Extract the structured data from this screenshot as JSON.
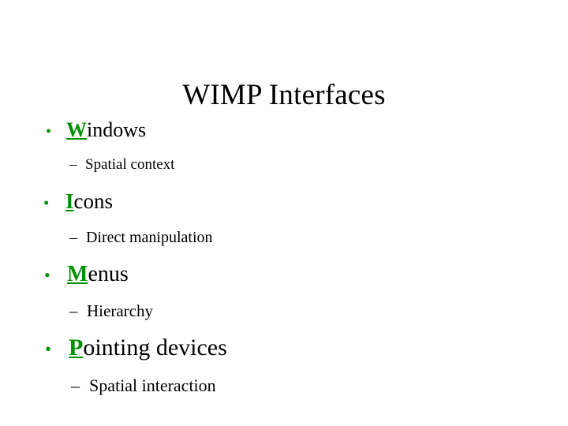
{
  "slide": {
    "title": "WIMP Interfaces",
    "background_color": "#ffffff",
    "text_color": "#000000",
    "accent_color": "#019101",
    "bullet_glyph": "•",
    "sub_bullet_glyph": "–",
    "items": [
      {
        "initial": "W",
        "rest": "indows",
        "full_text": "Windows",
        "sub": {
          "marker": "–",
          "text": "Spatial context"
        }
      },
      {
        "initial": "I",
        "rest": "cons",
        "full_text": "Icons",
        "sub": {
          "marker": "–",
          "text": "Direct manipulation"
        }
      },
      {
        "initial": "M",
        "rest": "enus",
        "full_text": "Menus",
        "sub": {
          "marker": "–",
          "text": "Hierarchy"
        }
      },
      {
        "initial": "P",
        "rest": "ointing devices",
        "full_text": "Pointing devices",
        "sub": {
          "marker": "–",
          "text": "Spatial interaction"
        }
      }
    ]
  }
}
